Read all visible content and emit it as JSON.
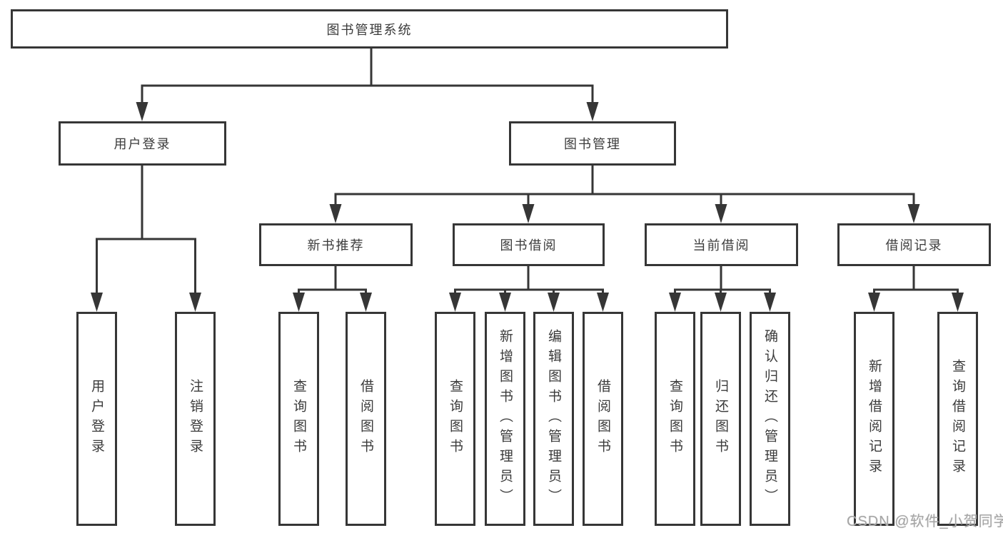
{
  "diagram": {
    "root": "图书管理系统",
    "branches": [
      {
        "label": "用户登录",
        "leaves": [
          "用户登录",
          "注销登录"
        ]
      },
      {
        "label": "图书管理",
        "groups": [
          {
            "label": "新书推荐",
            "leaves": [
              "查询图书",
              "借阅图书"
            ]
          },
          {
            "label": "图书借阅",
            "leaves": [
              "查询图书",
              "新增图书（管理员）",
              "编辑图书（管理员）",
              "借阅图书"
            ]
          },
          {
            "label": "当前借阅",
            "leaves": [
              "查询图书",
              "归还图书",
              "确认归还（管理员）"
            ]
          },
          {
            "label": "借阅记录",
            "leaves": [
              "新增借阅记录",
              "查询借阅记录"
            ]
          }
        ]
      }
    ],
    "line_color": "#363636",
    "box_background": "#ffffff",
    "text_color": "#3b3b3b"
  },
  "watermark": {
    "text": "CSDN @软件_小贺同学",
    "color": "#a6a6a6"
  }
}
